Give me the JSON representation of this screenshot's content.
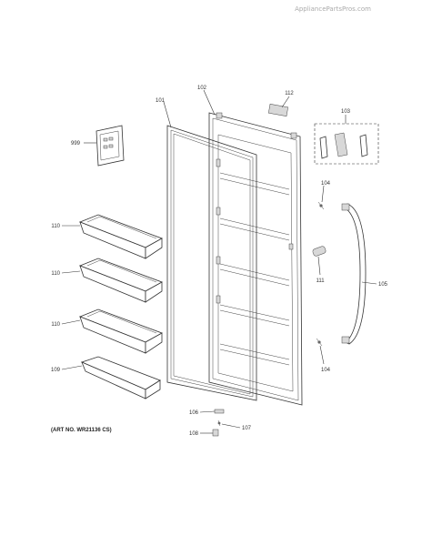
{
  "watermark": "AppliancePartsPros.com",
  "art_number": "(ART NO. WR21136 CS)",
  "labels": {
    "p101": "101",
    "p102": "102",
    "p112": "112",
    "p103": "103",
    "p999": "999",
    "p104a": "104",
    "p104b": "104",
    "p110a": "110",
    "p110b": "110",
    "p110c": "110",
    "p109": "109",
    "p111": "111",
    "p105": "105",
    "p106": "106",
    "p107": "107",
    "p108": "108"
  }
}
